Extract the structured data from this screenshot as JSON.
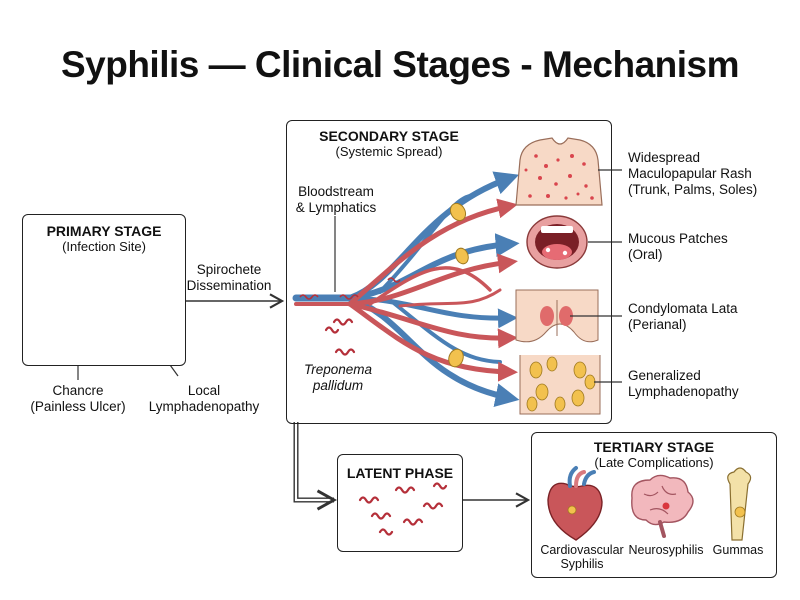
{
  "title": "Syphilis — Clinical Stages - Mechanism",
  "primary": {
    "title": "PRIMARY STAGE",
    "subtitle": "(Infection Site)",
    "chancre_line1": "Chancre",
    "chancre_line2": "(Painless Ulcer)",
    "lymph_line1": "Local",
    "lymph_line2": "Lymphadenopathy"
  },
  "dissemination": {
    "line1": "Spirochete",
    "line2": "Dissemination"
  },
  "secondary": {
    "title": "SECONDARY STAGE",
    "subtitle": "(Systemic Spread)",
    "blood_line1": "Bloodstream",
    "blood_line2": "& Lymphatics",
    "organism_line1": "Treponema",
    "organism_line2": "pallidum"
  },
  "manifestations": [
    {
      "line1": "Widespread",
      "line2": "Maculopapular Rash",
      "line3": "(Trunk, Palms, Soles)"
    },
    {
      "line1": "Mucous Patches",
      "line2": "(Oral)"
    },
    {
      "line1": "Condylomata Lata",
      "line2": "(Perianal)"
    },
    {
      "line1": "Generalized",
      "line2": "Lymphadenopathy"
    }
  ],
  "latent": {
    "title": "LATENT PHASE"
  },
  "tertiary": {
    "title": "TERTIARY STAGE",
    "subtitle": "(Late Complications)",
    "cardio_line1": "Cardiovascular",
    "cardio_line2": "Syphilis",
    "neuro": "Neurosyphilis",
    "gummas": "Gummas"
  },
  "colors": {
    "blue_vessel": "#4a7fb5",
    "red_vessel": "#c9565a",
    "lymph_node": "#f2c14e",
    "skin": "#f7d9c6",
    "ulcer": "#d9363e"
  }
}
